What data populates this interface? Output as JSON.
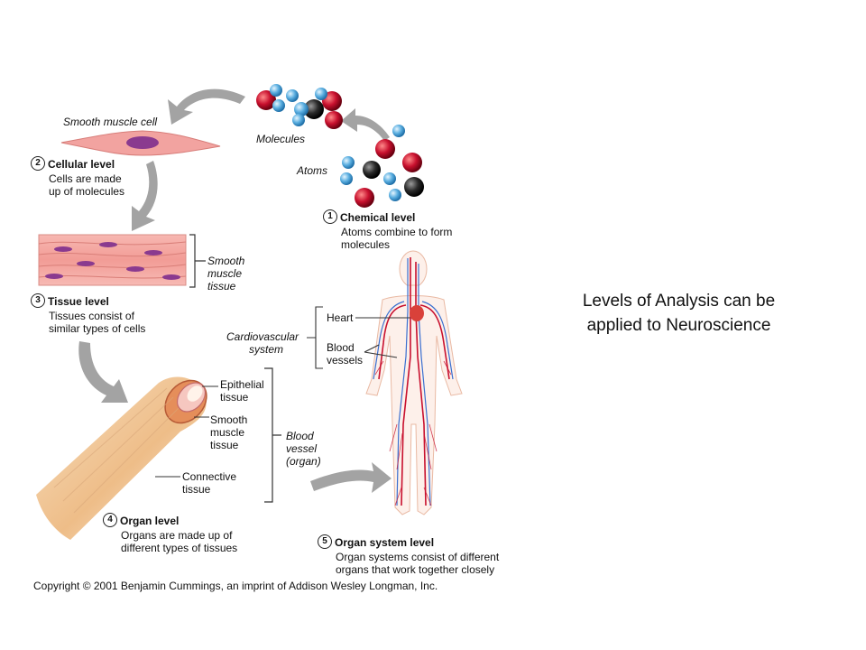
{
  "slide": {
    "side_caption_line1": "Levels of Analysis can be",
    "side_caption_line2": "applied to Neuroscience"
  },
  "diagram": {
    "levels": [
      {
        "number": "1",
        "title": "Chemical level",
        "desc_line1": "Atoms combine to form",
        "desc_line2": "molecules"
      },
      {
        "number": "2",
        "title": "Cellular level",
        "desc_line1": "Cells are made",
        "desc_line2": "up of molecules"
      },
      {
        "number": "3",
        "title": "Tissue level",
        "desc_line1": "Tissues consist of",
        "desc_line2": "similar types of cells"
      },
      {
        "number": "4",
        "title": "Organ level",
        "desc_line1": "Organs are made up of",
        "desc_line2": "different types of tissues"
      },
      {
        "number": "5",
        "title": "Organ system level",
        "desc_line1": "Organ systems consist of different",
        "desc_line2": "organs that work together closely"
      }
    ],
    "labels": {
      "molecules": "Molecules",
      "atoms": "Atoms",
      "smooth_muscle_cell": "Smooth muscle cell",
      "smooth_muscle_tissue_1": "Smooth",
      "smooth_muscle_tissue_2": "muscle",
      "smooth_muscle_tissue_3": "tissue",
      "epithelial_1": "Epithelial",
      "epithelial_2": "tissue",
      "organ_smooth_1": "Smooth",
      "organ_smooth_2": "muscle",
      "organ_smooth_3": "tissue",
      "connective_1": "Connective",
      "connective_2": "tissue",
      "blood_vessel_1": "Blood",
      "blood_vessel_2": "vessel",
      "blood_vessel_3": "(organ)",
      "cardio_1": "Cardiovascular",
      "cardio_2": "system",
      "heart": "Heart",
      "blood_vessels_1": "Blood",
      "blood_vessels_2": "vessels"
    },
    "copyright": "Copyright © 2001 Benjamin Cummings, an imprint of Addison Wesley Longman, Inc.",
    "colors": {
      "oxygen_red": "#c8102e",
      "hydrogen_blue": "#5aaee0",
      "carbon_black": "#2a2a2a",
      "arrow_gray": "#9a9a9a",
      "muscle_pink": "#f2a3a0",
      "nucleus_purple": "#8a3a8f",
      "vessel_tan": "#f0c89a"
    }
  }
}
